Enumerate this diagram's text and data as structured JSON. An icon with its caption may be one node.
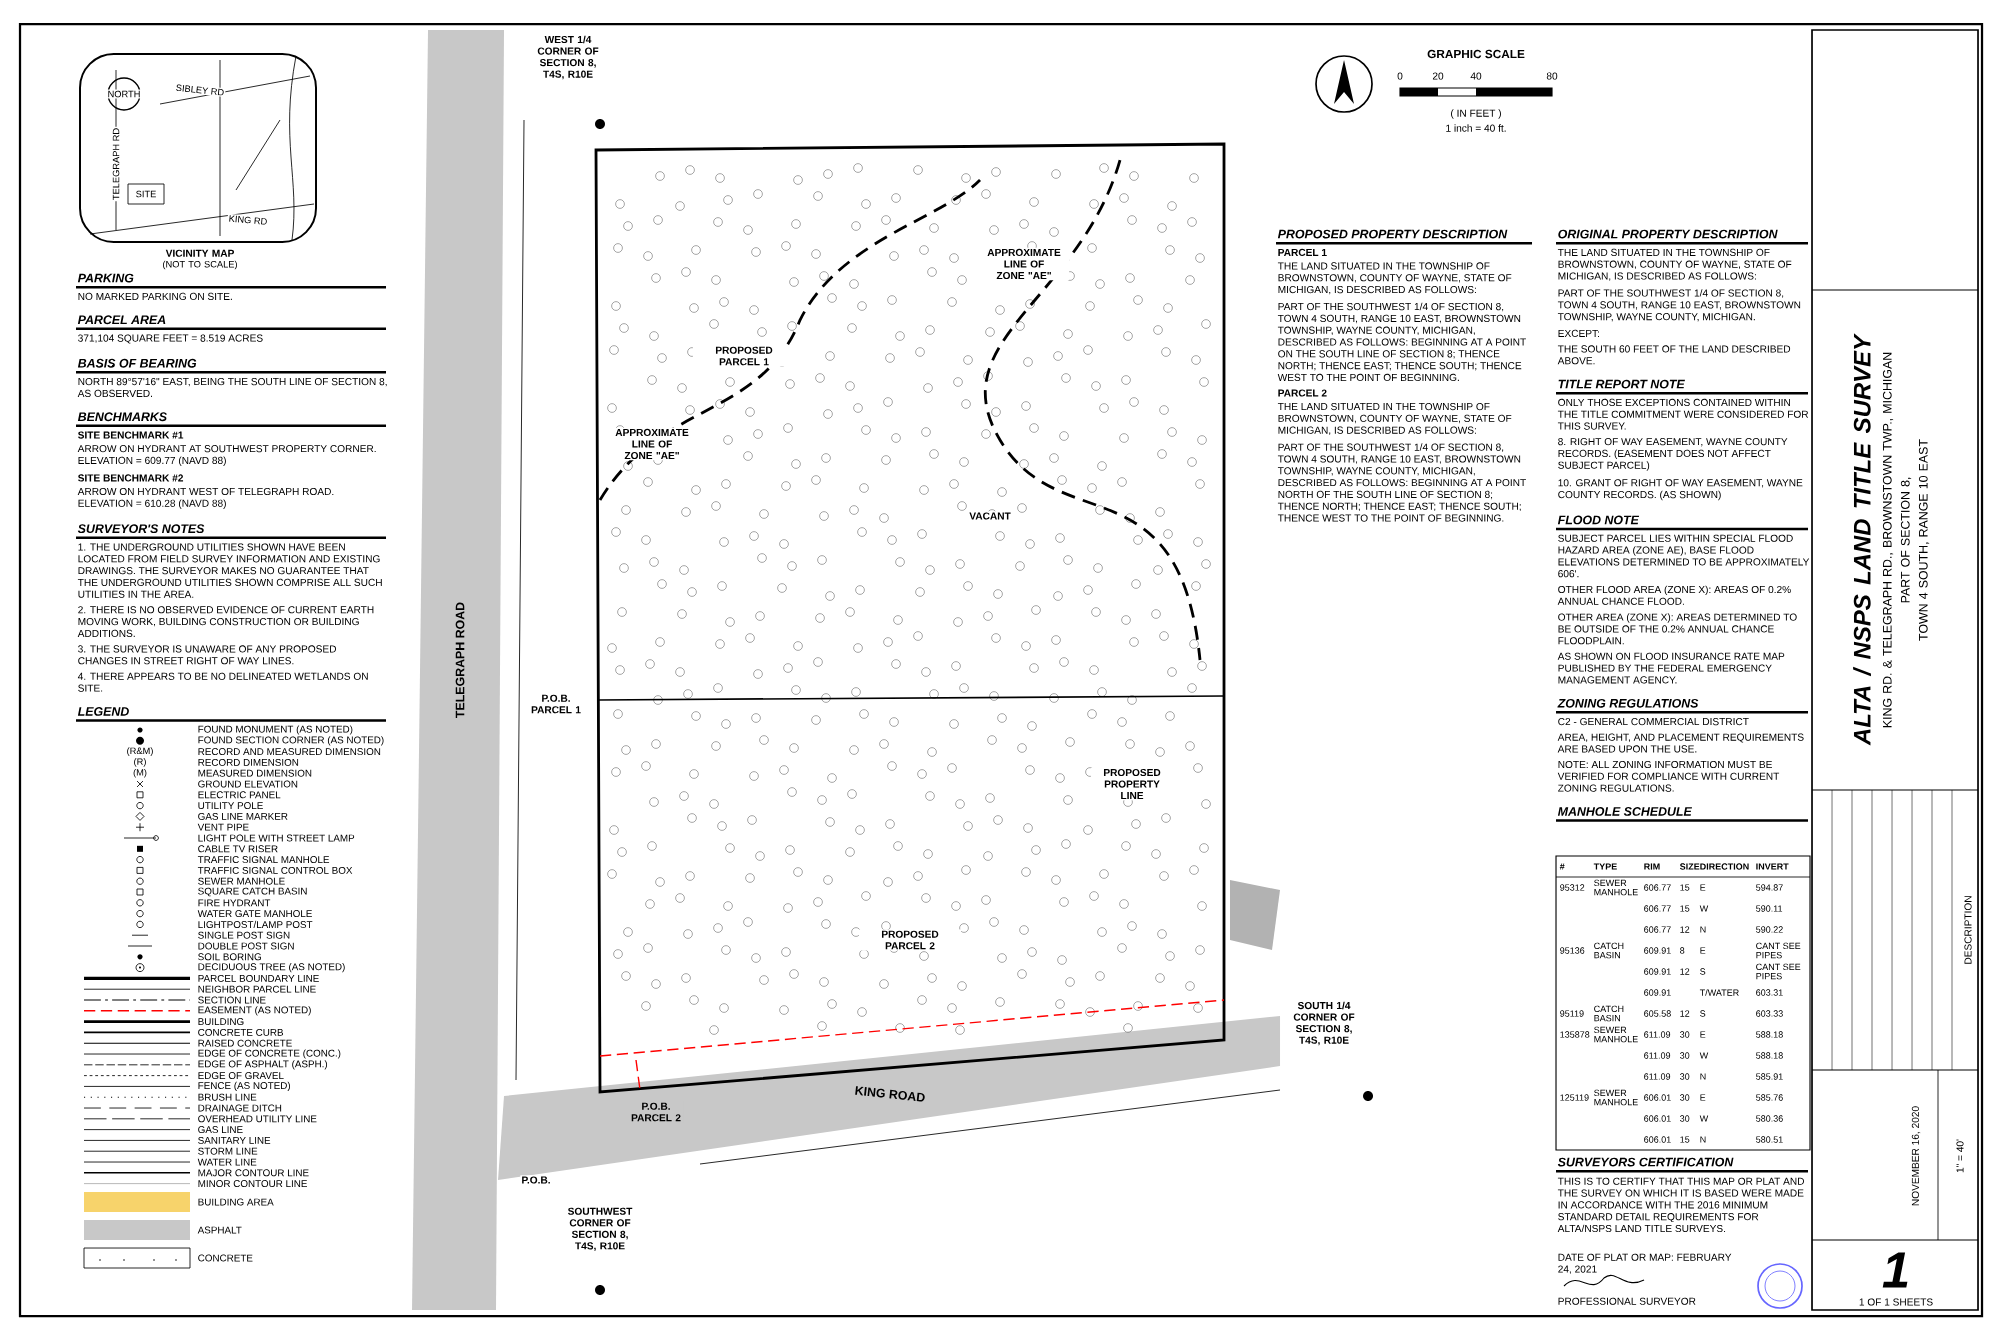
{
  "diagram": {
    "title": "ALTA / NSPS LAND TITLE SURVEY",
    "labels": [
      "NORTH",
      "SIBLEY RD",
      "TELEGRAPH RD",
      "SITE",
      "KING RD",
      "VICINITY MAP",
      "(NOT TO SCALE)",
      "PARKING",
      "NO MARKED PARKING ON SITE.",
      "PARCEL AREA",
      "371,104 SQUARE FEET = 8.519 ACRES",
      "BASIS OF BEARING",
      "NORTH 89°57'16\" EAST, BEING THE SOUTH LINE OF SECTION 8, AS OBSERVED.",
      "BENCHMARKS",
      "SITE BENCHMARK #1",
      "ARROW ON HYDRANT AT SOUTHWEST PROPERTY CORNER. ELEVATION = 609.77 (NAVD 88)",
      "SITE BENCHMARK #2",
      "ARROW ON HYDRANT WEST OF TELEGRAPH ROAD. ELEVATION = 610.28 (NAVD 88)",
      "SURVEYOR'S NOTES",
      "1. THE UNDERGROUND UTILITIES SHOWN HAVE BEEN LOCATED FROM FIELD SURVEY INFORMATION AND EXISTING DRAWINGS. THE SURVEYOR MAKES NO GUARANTEE THAT THE UNDERGROUND UTILITIES SHOWN COMPRISE ALL SUCH UTILITIES IN THE AREA.",
      "2. THERE IS NO OBSERVED EVIDENCE OF CURRENT EARTH MOVING WORK, BUILDING CONSTRUCTION OR BUILDING ADDITIONS.",
      "3. THE SURVEYOR IS UNAWARE OF ANY PROPOSED CHANGES IN STREET RIGHT OF WAY LINES.",
      "4. THERE APPEARS TO BE NO DELINEATED WETLANDS ON SITE.",
      "LEGEND",
      "WEST 1/4 CORNER OF SECTION 8, T4S, R10E",
      "TELEGRAPH ROAD",
      "PROPOSED PARCEL 1",
      "PROPOSED PARCEL 2",
      "VACANT",
      "APPROXIMATE LINE OF ZONE \"AE\"",
      "APPROXIMATE LINE OF ZONE \"AE\"",
      "PROPOSED PROPERTY LINE",
      "P.O.B. PARCEL 1",
      "P.O.B. PARCEL 2",
      "KING ROAD",
      "P.O.B.",
      "SOUTHWEST CORNER OF SECTION 8, T4S, R10E",
      "SOUTH 1/4 CORNER OF SECTION 8, T4S, R10E",
      "GRAPHIC SCALE",
      "0",
      "20",
      "40",
      "80",
      "( IN FEET )",
      "1 inch = 40 ft.",
      "PROPOSED PROPERTY DESCRIPTION",
      "PARCEL 1",
      "THE LAND SITUATED IN THE TOWNSHIP OF BROWNSTOWN, COUNTY OF WAYNE, STATE OF MICHIGAN, IS DESCRIBED AS FOLLOWS:",
      "PART OF THE SOUTHWEST 1/4 OF SECTION 8, TOWN 4 SOUTH, RANGE 10 EAST, BROWNSTOWN TOWNSHIP, WAYNE COUNTY, MICHIGAN, DESCRIBED AS FOLLOWS: BEGINNING AT A POINT ON THE SOUTH LINE OF SECTION 8; THENCE NORTH; THENCE EAST; THENCE SOUTH; THENCE WEST TO THE POINT OF BEGINNING.",
      "PARCEL 2",
      "THE LAND SITUATED IN THE TOWNSHIP OF BROWNSTOWN, COUNTY OF WAYNE, STATE OF MICHIGAN, IS DESCRIBED AS FOLLOWS:",
      "PART OF THE SOUTHWEST 1/4 OF SECTION 8, TOWN 4 SOUTH, RANGE 10 EAST, BROWNSTOWN TOWNSHIP, WAYNE COUNTY, MICHIGAN, DESCRIBED AS FOLLOWS: BEGINNING AT A POINT NORTH OF THE SOUTH LINE OF SECTION 8; THENCE NORTH; THENCE EAST; THENCE SOUTH; THENCE WEST TO THE POINT OF BEGINNING.",
      "ORIGINAL PROPERTY DESCRIPTION",
      "THE LAND SITUATED IN THE TOWNSHIP OF BROWNSTOWN, COUNTY OF WAYNE, STATE OF MICHIGAN, IS DESCRIBED AS FOLLOWS:",
      "PART OF THE SOUTHWEST 1/4 OF SECTION 8, TOWN 4 SOUTH, RANGE 10 EAST, BROWNSTOWN TOWNSHIP, WAYNE COUNTY, MICHIGAN.",
      "EXCEPT:",
      "THE SOUTH 60 FEET OF THE LAND DESCRIBED ABOVE.",
      "TITLE REPORT NOTE",
      "ONLY THOSE EXCEPTIONS CONTAINED WITHIN THE TITLE COMMITMENT WERE CONSIDERED FOR THIS SURVEY.",
      "8. RIGHT OF WAY EASEMENT, WAYNE COUNTY RECORDS. (EASEMENT DOES NOT AFFECT SUBJECT PARCEL)",
      "10. GRANT OF RIGHT OF WAY EASEMENT, WAYNE COUNTY RECORDS. (AS SHOWN)",
      "FLOOD NOTE",
      "SUBJECT PARCEL LIES WITHIN SPECIAL FLOOD HAZARD AREA (ZONE AE), BASE FLOOD ELEVATIONS DETERMINED TO BE APPROXIMATELY 606'.",
      "OTHER FLOOD AREA (ZONE X): AREAS OF 0.2% ANNUAL CHANCE FLOOD.",
      "OTHER AREA (ZONE X): AREAS DETERMINED TO BE OUTSIDE OF THE 0.2% ANNUAL CHANCE FLOODPLAIN.",
      "AS SHOWN ON FLOOD INSURANCE RATE MAP PUBLISHED BY THE FEDERAL EMERGENCY MANAGEMENT AGENCY.",
      "ZONING REGULATIONS",
      "C2 - GENERAL COMMERCIAL DISTRICT",
      "AREA, HEIGHT, AND PLACEMENT REQUIREMENTS ARE BASED UPON THE USE.",
      "NOTE: ALL ZONING INFORMATION MUST BE VERIFIED FOR COMPLIANCE WITH CURRENT ZONING REGULATIONS.",
      "MANHOLE SCHEDULE",
      "#",
      "TYPE",
      "RIM",
      "SIZE",
      "DIRECTION",
      "INVERT",
      "95312",
      "SEWER MANHOLE",
      "606.77",
      "15",
      "E",
      "594.87",
      "606.77",
      "15",
      "W",
      "590.11",
      "606.77",
      "12",
      "N",
      "590.22",
      "95136",
      "CATCH BASIN",
      "609.91",
      "8",
      "E",
      "CANT SEE PIPES",
      "609.91",
      "12",
      "S",
      "CANT SEE PIPES",
      "609.91",
      "T/WATER",
      "603.31",
      "95119",
      "CATCH BASIN",
      "605.58",
      "12",
      "S",
      "603.33",
      "135878",
      "SEWER MANHOLE",
      "611.09",
      "30",
      "E",
      "588.18",
      "611.09",
      "30",
      "W",
      "588.18",
      "611.09",
      "30",
      "N",
      "585.91",
      "125119",
      "SEWER MANHOLE",
      "606.01",
      "30",
      "E",
      "585.76",
      "606.01",
      "30",
      "W",
      "580.36",
      "606.01",
      "15",
      "N",
      "580.51",
      "SURVEYORS CERTIFICATION",
      "THIS IS TO CERTIFY THAT THIS MAP OR PLAT AND THE SURVEY ON WHICH IT IS BASED WERE MADE IN ACCORDANCE WITH THE 2016 MINIMUM STANDARD DETAIL REQUIREMENTS FOR ALTA/NSPS LAND TITLE SURVEYS.",
      "DATE OF PLAT OR MAP: FEBRUARY 24, 2021",
      "PROFESSIONAL SURVEYOR",
      "KING RD. & TELEGRAPH RD., BROWNSTOWN TWP., MICHIGAN",
      "PART OF SECTION 8,",
      "TOWN 4 SOUTH, RANGE 10 EAST",
      "DESCRIPTION",
      "NOVEMBER 16, 2020",
      "1\" = 40'",
      "1",
      "1 OF 1 SHEETS",
      "(R&M)",
      "(R)",
      "(M)"
    ],
    "legend": [
      {
        "text": "FOUND MONUMENT (AS NOTED)"
      },
      {
        "text": "FOUND SECTION CORNER (AS NOTED)"
      },
      {
        "text": "RECORD AND MEASURED DIMENSION"
      },
      {
        "text": "RECORD DIMENSION"
      },
      {
        "text": "MEASURED DIMENSION"
      },
      {
        "text": "GROUND ELEVATION"
      },
      {
        "text": "ELECTRIC PANEL"
      },
      {
        "text": "UTILITY POLE"
      },
      {
        "text": "GAS LINE MARKER"
      },
      {
        "text": "VENT PIPE"
      },
      {
        "text": "LIGHT POLE WITH STREET LAMP"
      },
      {
        "text": "CABLE TV RISER"
      },
      {
        "text": "TRAFFIC SIGNAL MANHOLE"
      },
      {
        "text": "TRAFFIC SIGNAL CONTROL BOX"
      },
      {
        "text": "SEWER MANHOLE"
      },
      {
        "text": "SQUARE CATCH BASIN"
      },
      {
        "text": "FIRE HYDRANT"
      },
      {
        "text": "WATER GATE MANHOLE"
      },
      {
        "text": "LIGHTPOST/LAMP POST"
      },
      {
        "text": "SINGLE POST SIGN"
      },
      {
        "text": "DOUBLE POST SIGN"
      },
      {
        "text": "SOIL BORING"
      },
      {
        "text": "DECIDUOUS TREE (AS NOTED)"
      },
      {
        "text": "PARCEL BOUNDARY LINE"
      },
      {
        "text": "NEIGHBOR PARCEL LINE"
      },
      {
        "text": "SECTION LINE"
      },
      {
        "text": "EASEMENT (AS NOTED)"
      },
      {
        "text": "BUILDING"
      },
      {
        "text": "CONCRETE CURB"
      },
      {
        "text": "RAISED CONCRETE"
      },
      {
        "text": "EDGE OF CONCRETE (CONC.)"
      },
      {
        "text": "EDGE OF ASPHALT (ASPH.)"
      },
      {
        "text": "EDGE OF GRAVEL"
      },
      {
        "text": "FENCE (AS NOTED)"
      },
      {
        "text": "BRUSH LINE"
      },
      {
        "text": "DRAINAGE DITCH"
      },
      {
        "text": "OVERHEAD UTILITY LINE"
      },
      {
        "text": "GAS LINE"
      },
      {
        "text": "SANITARY LINE"
      },
      {
        "text": "STORM LINE"
      },
      {
        "text": "WATER LINE"
      },
      {
        "text": "MAJOR CONTOUR LINE"
      },
      {
        "text": "MINOR CONTOUR LINE"
      },
      {
        "text": "BUILDING AREA",
        "color": "#f7d36b"
      },
      {
        "text": "ASPHALT",
        "color": "#c8c8c8"
      },
      {
        "text": "CONCRETE"
      }
    ]
  }
}
